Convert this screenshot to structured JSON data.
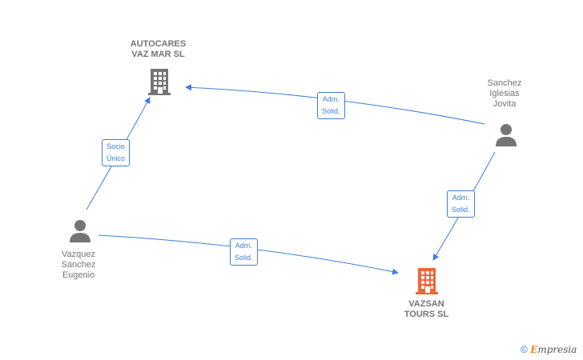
{
  "nodes": {
    "autocares": {
      "label": "AUTOCARES\nVAZ MAR  SL",
      "kind": "company",
      "color": "#757575"
    },
    "vazsan": {
      "label": "VAZSAN\nTOURS  SL",
      "kind": "company-focus",
      "color": "#f26535"
    },
    "sanchez": {
      "label": "Sanchez\nIglesias\nJovita",
      "kind": "person",
      "color": "#757575"
    },
    "vazquez": {
      "label": "Vazquez\nSanchez\nEugenio",
      "kind": "person",
      "color": "#757575"
    }
  },
  "edges": {
    "sanchez_autocares": {
      "label": "Adm.\nSolid."
    },
    "sanchez_vazsan": {
      "label": "Adm.\nSolid."
    },
    "vazquez_autocares": {
      "label": "Socio\nÚnico"
    },
    "vazquez_vazsan": {
      "label": "Adm.\nSolid."
    }
  },
  "colors": {
    "edge": "#3d7fd9",
    "person": "#757575",
    "company": "#757575",
    "focus": "#f26535"
  },
  "brand": {
    "copyright": "©",
    "e": "E",
    "rest": "mpresia"
  }
}
